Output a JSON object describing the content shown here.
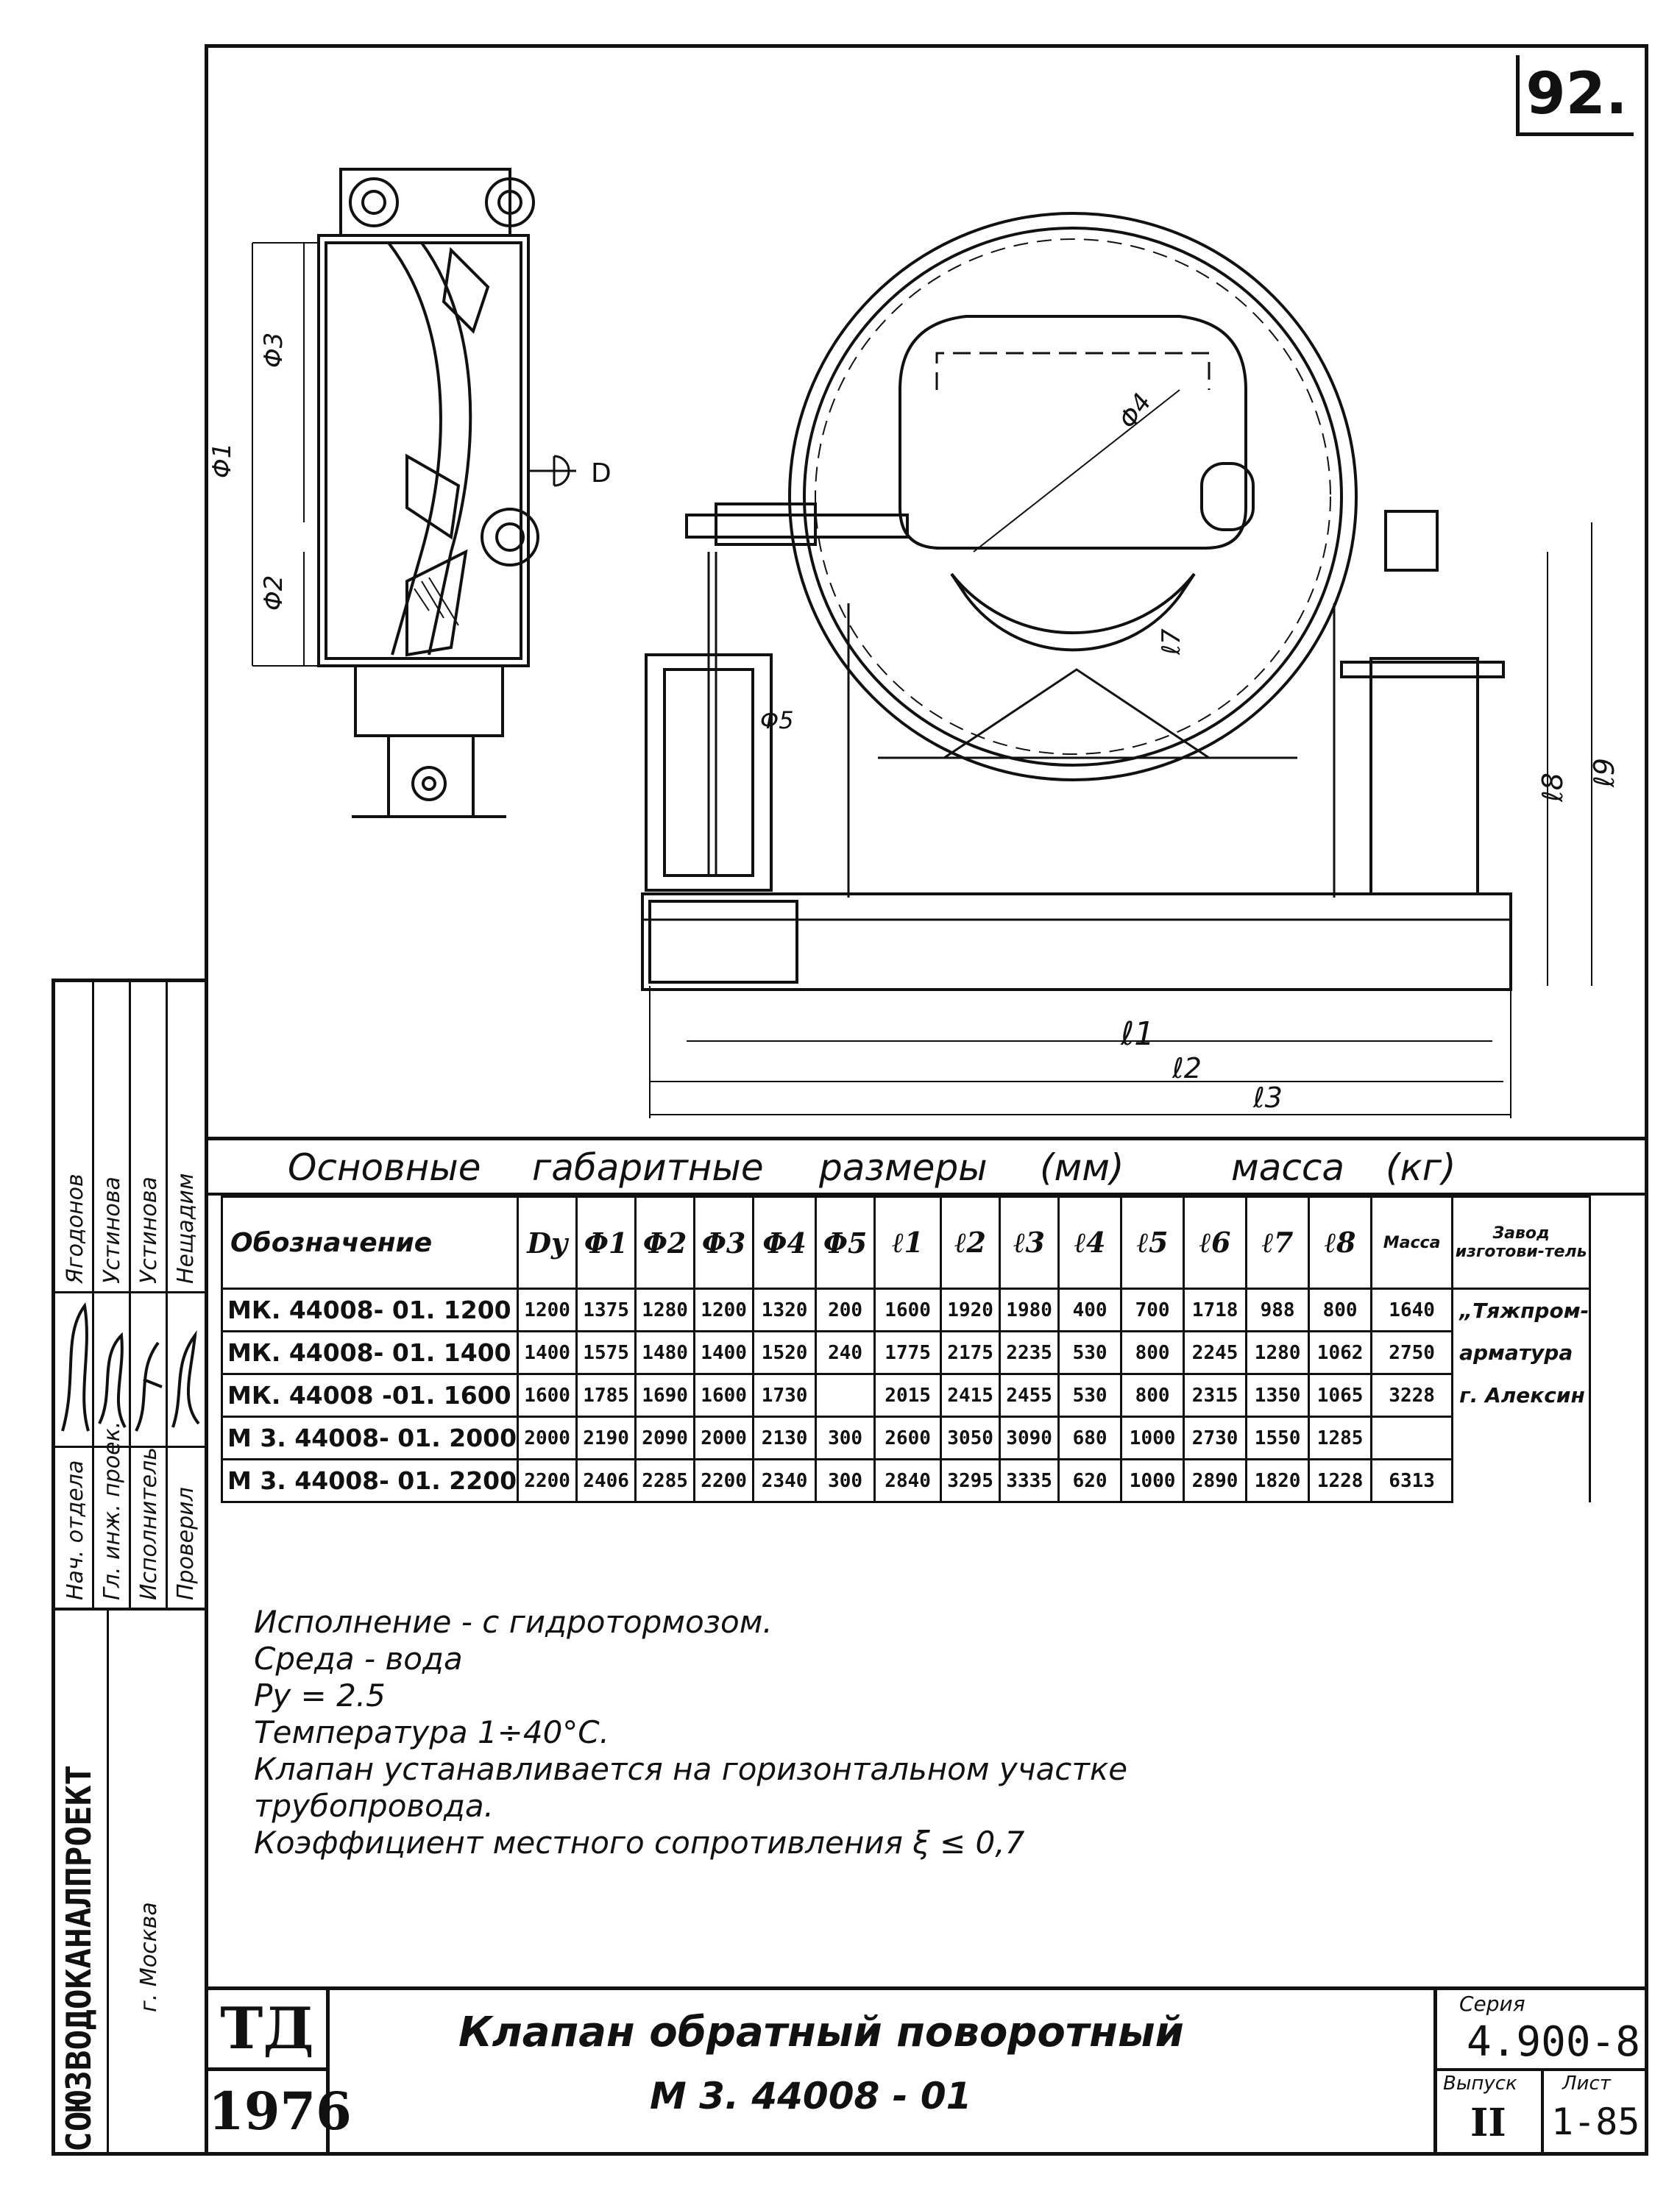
{
  "sheet_number": "92.",
  "drawing_labels": {
    "phi1": "Φ1",
    "phi2": "Φ2",
    "phi3": "Φ3",
    "phi4": "Φ4",
    "phi5": "Φ5",
    "d": "D",
    "l1": "ℓ1",
    "l2": "ℓ2",
    "l3": "ℓ3",
    "l7": "ℓ7",
    "l8": "ℓ8",
    "l9": "ℓ9"
  },
  "table_title": {
    "part1": "Основные",
    "part2": "габаритные",
    "part3": "размеры",
    "part4": "(мм)",
    "part5": "масса",
    "part6": "(кг)"
  },
  "table": {
    "headers": [
      "Обозначение",
      "Dy",
      "Φ1",
      "Φ2",
      "Φ3",
      "Φ4",
      "Φ5",
      "ℓ1",
      "ℓ2",
      "ℓ3",
      "ℓ4",
      "ℓ5",
      "ℓ6",
      "ℓ7",
      "ℓ8",
      "Масса",
      "Завод изготови-тель"
    ],
    "rows": [
      [
        "МК. 44008- 01. 1200",
        "1200",
        "1375",
        "1280",
        "1200",
        "1320",
        "200",
        "1600",
        "1920",
        "1980",
        "400",
        "700",
        "1718",
        "988",
        "800",
        "1640"
      ],
      [
        "МК. 44008- 01. 1400",
        "1400",
        "1575",
        "1480",
        "1400",
        "1520",
        "240",
        "1775",
        "2175",
        "2235",
        "530",
        "800",
        "2245",
        "1280",
        "1062",
        "2750"
      ],
      [
        "МК. 44008 -01. 1600",
        "1600",
        "1785",
        "1690",
        "1600",
        "1730",
        "",
        "2015",
        "2415",
        "2455",
        "530",
        "800",
        "2315",
        "1350",
        "1065",
        "3228"
      ],
      [
        "М 3. 44008- 01. 2000",
        "2000",
        "2190",
        "2090",
        "2000",
        "2130",
        "300",
        "2600",
        "3050",
        "3090",
        "680",
        "1000",
        "2730",
        "1550",
        "1285",
        ""
      ],
      [
        "М 3. 44008- 01. 2200",
        "2200",
        "2406",
        "2285",
        "2200",
        "2340",
        "300",
        "2840",
        "3295",
        "3335",
        "620",
        "1000",
        "2890",
        "1820",
        "1228",
        "6313"
      ]
    ],
    "plant": [
      "„Тяжпром-",
      "арматура",
      "г. Алексин"
    ]
  },
  "notes": [
    "Исполнение - с гидротормозом.",
    "Среда - вода",
    "Py = 2.5",
    "Температура   1÷40°С.",
    "Клапан устанавливается на горизонтальном участке",
    "трубопровода.",
    "Коэффициент местного сопротивления  ξ ≤ 0,7"
  ],
  "title_block": {
    "td": "ТД",
    "year": "1976",
    "title": "Клапан обратный поворотный",
    "code": "М 3. 44008 - 01",
    "series_label": "Серия",
    "series": "4.900-8",
    "issue_label": "Выпуск",
    "issue": "II",
    "sheet_label": "Лист",
    "sheet": "1-85"
  },
  "side_stamp": {
    "org": "СОЮЗВОДОКАНАЛПРОЕКТ",
    "city": "г. Москва",
    "roles": [
      "Нач. отдела",
      "Гл. инж. проек.",
      "Исполнитель",
      "Проверил"
    ],
    "names": [
      "Ягодонов",
      "Устинова",
      "Устинова",
      "Нещадим"
    ]
  }
}
